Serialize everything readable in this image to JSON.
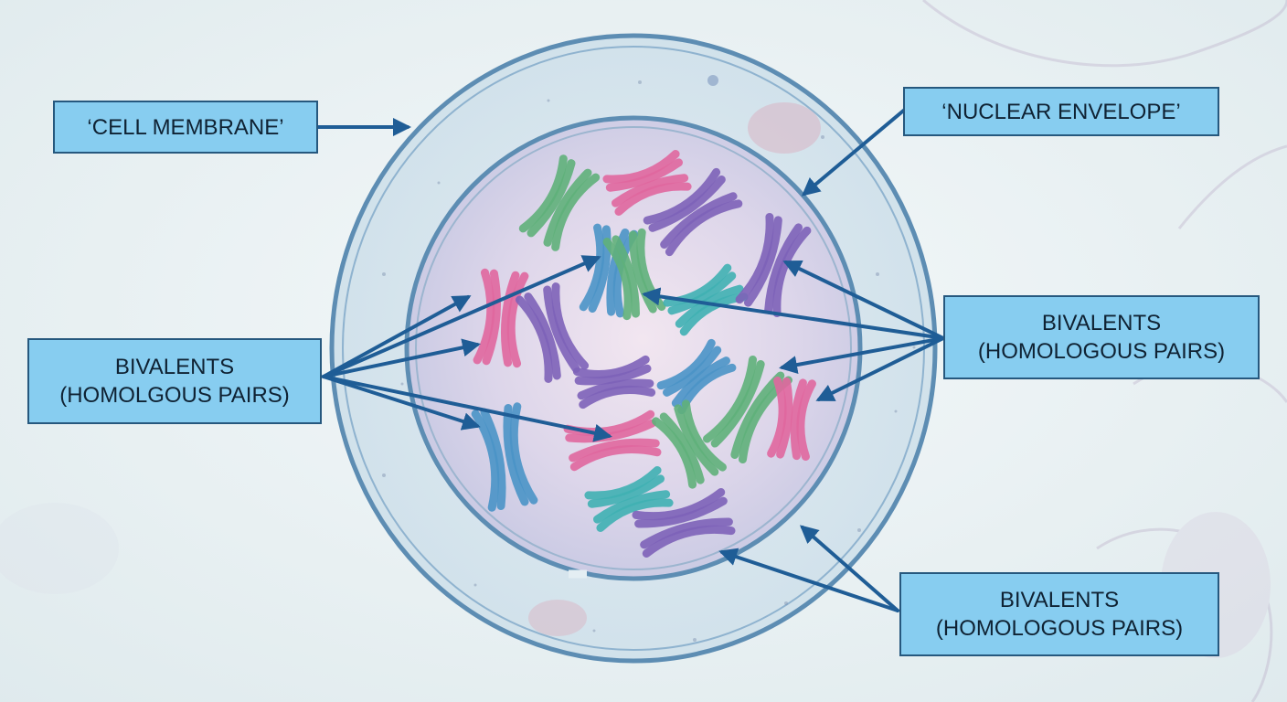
{
  "labels": {
    "cell_membrane": "‘CELL MEMBRANE’",
    "nuclear_envelope": "‘NUCLEAR ENVELOPE’",
    "left_bivalents": {
      "line1": "BIVALENTS",
      "line2": "(HOMOLGOUS PAIRS)"
    },
    "right_bivalents": {
      "line1": "BIVALENTS",
      "line2": "(HOMOLOGOUS PAIRS)"
    },
    "bottom_bivalents": {
      "line1": "BIVALENTS",
      "line2": "(HOMOLOGOUS PAIRS)"
    }
  },
  "colors": {
    "label_fill": "#87cdf0",
    "label_border": "#26587e",
    "arrow": "#1f5d96",
    "membrane": "#5d8db3",
    "pink": "#e0679f",
    "purple": "#7d62b8",
    "green": "#5fb07a",
    "blue": "#4a93c6",
    "teal": "#3fb0b2"
  }
}
